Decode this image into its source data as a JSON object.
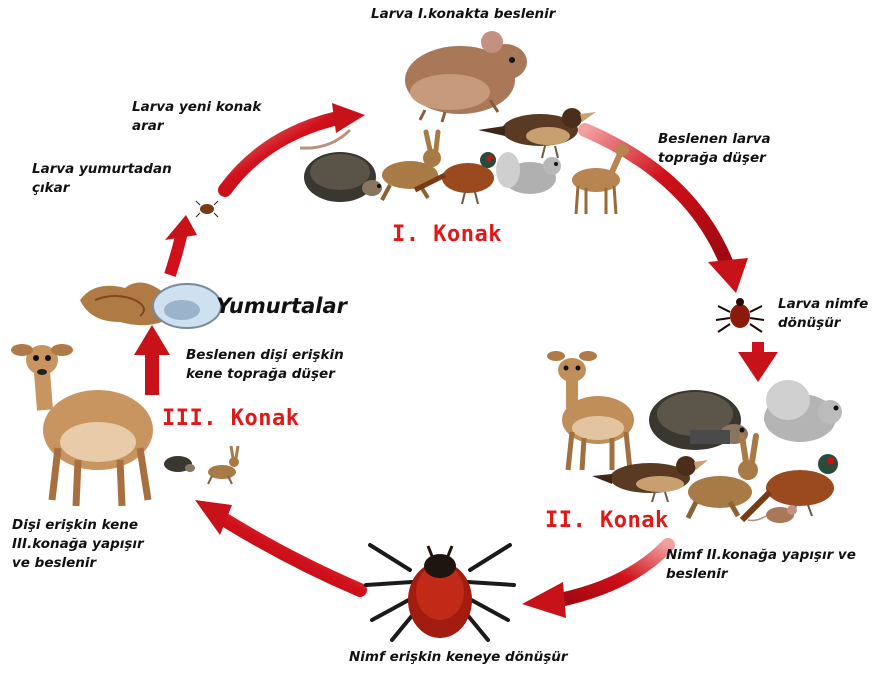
{
  "colors": {
    "arrow": "#c8121a",
    "konak": "#e01818",
    "text": "#111111"
  },
  "icons": {
    "mouse": "mouse-icon",
    "bird": "bird-icon",
    "hedgehog": "hedgehog-icon",
    "hare": "hare-icon",
    "pheasant": "pheasant-icon",
    "squirrel": "squirrel-icon",
    "deer": "deer-icon",
    "tick": "tick-icon",
    "eggs": "eggs-icon",
    "larva": "larva-icon"
  },
  "labels": {
    "top": "Larva I.konakta beslenir",
    "larva_search_1": "Larva yeni konak",
    "larva_search_2": "arar",
    "larva_hatch_1": "Larva yumurtadan",
    "larva_hatch_2": "çıkar",
    "fed_larva_1": "Beslenen larva",
    "fed_larva_2": "toprağa düşer",
    "larva_nymph_1": "Larva nimfe",
    "larva_nymph_2": "dönüşür",
    "eggs": "Yumurtalar",
    "fed_female_1": "Beslenen dişi erişkin",
    "fed_female_2": "kene toprağa düşer",
    "female_attach_1": "Dişi erişkin kene",
    "female_attach_2": "III.konağa yapışır",
    "female_attach_3": "ve beslenir",
    "nymph_attach_1": "Nimf II.konağa yapışır ve",
    "nymph_attach_2": "beslenir",
    "bottom": "Nimf erişkin keneye dönüşür"
  },
  "konak": {
    "first": "I. Konak",
    "second": "II. Konak",
    "third": "III. Konak"
  }
}
